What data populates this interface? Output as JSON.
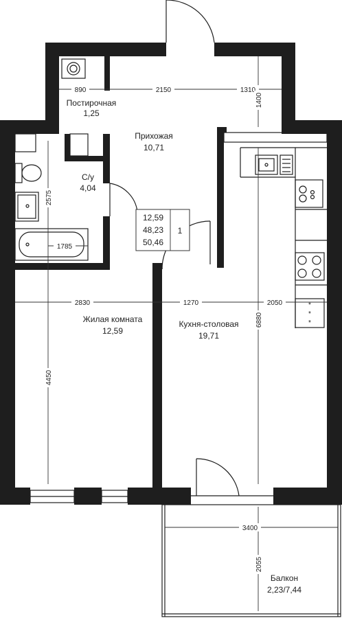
{
  "rooms": {
    "storage": {
      "name": "Постирочная",
      "area": "1,25"
    },
    "hall": {
      "name": "Прихожая",
      "area": "10,71"
    },
    "bathroom": {
      "name": "С/у",
      "area": "4,04"
    },
    "living": {
      "name": "Жилая комната",
      "area": "12,59"
    },
    "kitchen": {
      "name": "Кухня-столовая",
      "area": "19,71"
    },
    "balcony": {
      "name": "Балкон",
      "area": "2,23/7,44"
    }
  },
  "summary": {
    "living_area": "12,59",
    "total_area": "48,23",
    "total_with_balcony": "50,46",
    "rooms_count": "1"
  },
  "dimensions": {
    "d890": "890",
    "d2150": "2150",
    "d1310": "1310",
    "d1400": "1400",
    "d2575": "2575",
    "d1785": "1785",
    "d2830": "2830",
    "d1270": "1270",
    "d2050": "2050",
    "d6880": "6880",
    "d4450": "4450",
    "d3400": "3400",
    "d2055": "2055"
  }
}
